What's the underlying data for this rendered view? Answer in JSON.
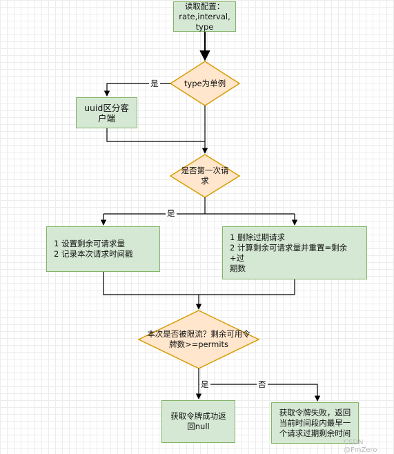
{
  "nodes": {
    "read_config": "读取配置：\nrate,interval,\ntype",
    "type_singleton": "type为单例",
    "uuid_client": "uuid区分客\n户端",
    "first_request": "是否第一次请\n求",
    "set_remaining": "1 设置剩余可请求量\n2 记录本次请求时间戳",
    "delete_expired": "1 删除过期请求\n2 计算剩余可请求量并重置=剩余+过\n期数",
    "limited_check": "本次是否被限流？剩余可用令\n牌数>=permits",
    "get_token_success": "获取令牌成功返\n回null",
    "get_token_fail": "获取令牌失败，返回\n当前时间段内最早一\n个请求过期剩余时间"
  },
  "edge_labels": {
    "yes_1": "是",
    "yes_2": "是",
    "yes_3": "是",
    "no_1": "否"
  },
  "watermark": "CSDN @FmZero",
  "colors": {
    "process_fill": "#d5e8d4",
    "process_stroke": "#82b366",
    "decision_fill": "#ffe6cc",
    "decision_stroke": "#d79b00",
    "edge": "#000000"
  }
}
